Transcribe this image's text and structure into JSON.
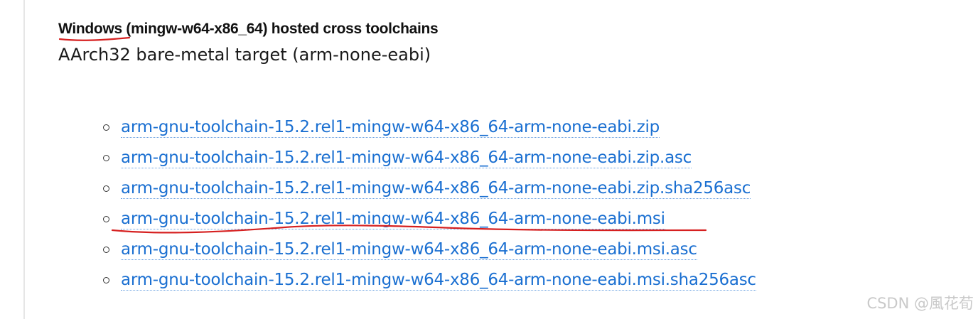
{
  "section": {
    "heading": "Windows (mingw-w64-x86_64) hosted cross toolchains",
    "subheading": "AArch32 bare-metal target (arm-none-eabi)"
  },
  "files": [
    {
      "label": "arm-gnu-toolchain-15.2.rel1-mingw-w64-x86_64-arm-none-eabi.zip"
    },
    {
      "label": "arm-gnu-toolchain-15.2.rel1-mingw-w64-x86_64-arm-none-eabi.zip.asc"
    },
    {
      "label": "arm-gnu-toolchain-15.2.rel1-mingw-w64-x86_64-arm-none-eabi.zip.sha256asc"
    },
    {
      "label": "arm-gnu-toolchain-15.2.rel1-mingw-w64-x86_64-arm-none-eabi.msi"
    },
    {
      "label": "arm-gnu-toolchain-15.2.rel1-mingw-w64-x86_64-arm-none-eabi.msi.asc"
    },
    {
      "label": "arm-gnu-toolchain-15.2.rel1-mingw-w64-x86_64-arm-none-eabi.msi.sha256asc"
    }
  ],
  "watermark": "CSDN @風花荀",
  "colors": {
    "link": "#1a6fd1",
    "annotation": "#d62020",
    "text": "#111111"
  }
}
